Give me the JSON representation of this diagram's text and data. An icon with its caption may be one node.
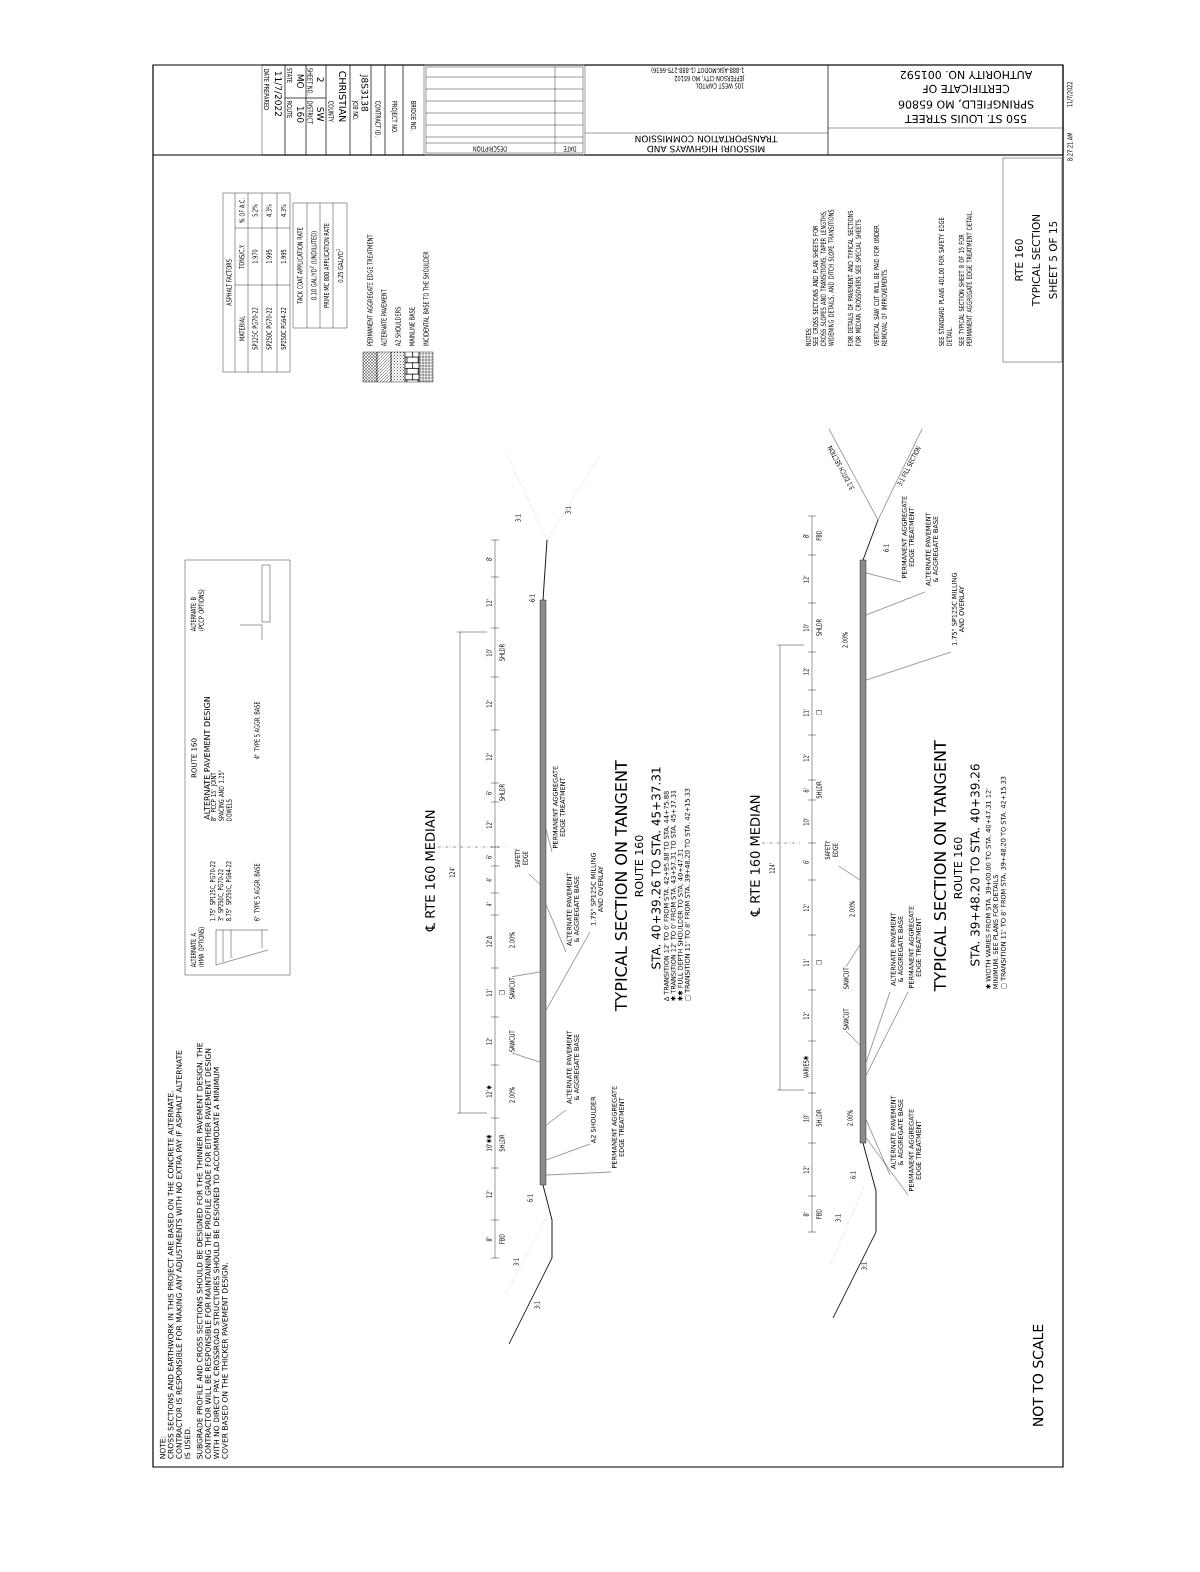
{
  "diagram": {
    "nodes": [
      {
        "text": [
          "DATE PREPARED",
          "11/7/2022"
        ]
      },
      {
        "text": [
          "STATE",
          "MO"
        ]
      },
      {
        "text": [
          "ROUTE",
          "160"
        ]
      },
      {
        "text": [
          "SHEET NO.",
          "2"
        ]
      },
      {
        "text": [
          "DISTRICT",
          "SW"
        ]
      },
      {
        "text": [
          "COUNTY",
          "CHRISTIAN"
        ]
      },
      {
        "text": [
          "JOB NO.",
          "J8S3138"
        ]
      },
      {
        "text": [
          "CONTRACT ID."
        ]
      },
      {
        "text": [
          "PROJECT NO."
        ]
      },
      {
        "text": [
          "BRIDGE NO."
        ]
      },
      {
        "text": [
          "MISSOURI HIGHWAYS AND TRANSPORTATION COMMISSION",
          "105 WEST CAPITOL",
          "JEFFERSON CITY, MO 65102",
          "1-888-ASK-MODOT (1-888-275-6636)"
        ]
      },
      {
        "text": [
          "550 ST. LOUIS STREET",
          "SPRINGFIELD, MO 65806",
          "CERTIFICATE OF",
          "AUTHORITY NO. 001592"
        ]
      },
      {
        "text": [
          "ROUTE 160",
          "ALTERNATE PAVEMENT DESIGN",
          "ALTERNATE A (HMA OPTIONS)",
          "ALTERNATE B (PCCP OPTIONS)",
          "1.75\" SP125C, PG70-22",
          "3\" SP250C, PG70-22",
          "8.75\" SP250C, PG64-22",
          "6\" TYPE 5 AGGR. BASE",
          "8\" PCCP 15' JOINT SPACING AND 1.25\" DOWELS",
          "4\" TYPE 5 AGGR. BASE"
        ]
      },
      {
        "text": [
          "RTE 160",
          "TYPICAL SECTION",
          "SHEET 5 OF 15"
        ]
      },
      {
        "text": [
          "PERMANENT AGGREGATE EDGE TREATMENT"
        ]
      },
      {
        "text": [
          "A2 SHOULDER"
        ]
      },
      {
        "text": [
          "ALTERNATE PAVEMENT & AGGREGATE BASE"
        ]
      },
      {
        "text": [
          "SAWCUT"
        ]
      },
      {
        "text": [
          "SAWCUT"
        ]
      },
      {
        "text": [
          "ALTERNATE PAVEMENT & AGGREGATE BASE"
        ]
      },
      {
        "text": [
          "1.75\" SP125C MILLING AND OVERLAY"
        ]
      },
      {
        "text": [
          "SAFETY EDGE"
        ]
      },
      {
        "text": [
          "PERMANENT AGGREGATE EDGE TREATMENT"
        ]
      },
      {
        "text": [
          "ALTERNATE PAVEMENT & AGGREGATE BASE"
        ]
      },
      {
        "text": [
          "PERMANENT AGGREGATE EDGE TREATMENT"
        ]
      },
      {
        "text": [
          "SAWCUT"
        ]
      },
      {
        "text": [
          "SAWCUT"
        ]
      },
      {
        "text": [
          "ALTERNATE PAVEMENT & AGGREGATE BASE"
        ]
      },
      {
        "text": [
          "PERMANENT AGGREGATE EDGE TREATMENT"
        ]
      },
      {
        "text": [
          "SAFETY EDGE"
        ]
      },
      {
        "text": [
          "PERMANENT AGGREGATE EDGE TREATMENT"
        ]
      },
      {
        "text": [
          "ALTERNATE PAVEMENT & AGGREGATE BASE"
        ]
      },
      {
        "text": [
          "1.75\" SP125C MILLING AND OVERLAY"
        ]
      },
      {
        "text": [],
        "shape": "bar"
      },
      {
        "text": [],
        "shape": "bar"
      }
    ],
    "edges": [
      {
        "from": 14,
        "to": 33,
        "arrow": "none"
      },
      {
        "from": 15,
        "to": 33,
        "arrow": "none"
      },
      {
        "from": 16,
        "to": 33,
        "arrow": "none"
      },
      {
        "from": 17,
        "to": 33,
        "arrow": "none"
      },
      {
        "from": 18,
        "to": 33,
        "arrow": "none"
      },
      {
        "from": 19,
        "to": 33,
        "arrow": "none"
      },
      {
        "from": 20,
        "to": 33,
        "arrow": "none"
      },
      {
        "from": 21,
        "to": 33,
        "arrow": "none"
      },
      {
        "from": 22,
        "to": 33,
        "arrow": "none"
      },
      {
        "from": 23,
        "to": 34,
        "arrow": "none"
      },
      {
        "from": 24,
        "to": 34,
        "arrow": "none"
      },
      {
        "from": 25,
        "to": 34,
        "arrow": "none"
      },
      {
        "from": 26,
        "to": 34,
        "arrow": "none"
      },
      {
        "from": 27,
        "to": 34,
        "arrow": "none"
      },
      {
        "from": 28,
        "to": 34,
        "arrow": "none"
      },
      {
        "from": 29,
        "to": 34,
        "arrow": "none"
      },
      {
        "from": 30,
        "to": 34,
        "arrow": "none"
      },
      {
        "from": 31,
        "to": 34,
        "arrow": "none"
      },
      {
        "from": 32,
        "to": 34,
        "arrow": "none"
      }
    ],
    "labels": [
      "DESCRIPTION",
      "DATE",
      "8:27:21 AM",
      "11/7/2022",
      "ASPHALT FACTORS",
      "MATERIAL",
      "TONS/C.Y.",
      "% OF A.C.",
      "SP125C PG70-22",
      "1.970",
      "5.2%",
      "SP250C PG70-22",
      "1.995",
      "4.3%",
      "SP250C PG64-22",
      "1.995",
      "4.3%",
      "TACK COAT APPLICATION RATE",
      "0.10 GAL/YD$^{2}$ (UNDILUTED)",
      "PRIME MC 800 APPLICATION RATE",
      "0.25 GAL/YD$^{2}$",
      "NOTES:",
      "SEE CROSS SECTIONS AND PLAN SHEETS FOR CROSS SLOPES AND TRANSITIONS, TAPER LENGTHS, WIDENING DETAILS, AND DITCH SLOPE TRANSITIONS",
      "FOR DETAILS OF PAVEMENT AND TYPICAL SECTIONS FOR MEDIAN CROSSOVERS SEE SPECIAL SHEETS",
      "VERTICAL SAW CUT WILL BE PAID FOR UNDER REMOVAL OF IMPROVEMENTS.",
      "SEE STANDARD PLANS 401.00 FOR SAFETY EDGE DETAIL.",
      "SEE TYPICAL SECTION SHEET 8 OF 15 FOR PERMANENT AGGREGATE EDGE TREATMENT DETAIL.",
      "NOTE:",
      "CROSS SECTIONS AND EARTHWORK IN THIS PROJECT ARE BASED ON THE CONCRETE ALTERNATE. CONTRACTOR IS RESPONSIBLE FOR MAKING ANY ADJUSTMENTS WITH NO EXTRA PAY IF ASPHALT ALTERNATE IS USED.",
      "SUBGRADE PROFILE AND CROSS SECTIONS SHOULD BE DESIGNED FOR THE THINNER PAVEMENT DESIGN. THE CONTRACTOR WILL BE RESPONSIBLE FOR MAINTAINING THE PROFILE GRADE FOR EITHER PAVEMENT DESIGN WITH NO DIRECT PAY. CROSSROAD STRUCTURES SHOULD BE DESIGNED TO ACCOMMODATE A MINIMUM COVER BASED ON THE THICKER PAVEMENT DESIGN.",
      "NOT TO SCALE",
      "℄ RTE 160 MEDIAN",
      "124'",
      "TYPICAL SECTION ON TANGENT",
      "ROUTE 160",
      "STA. 40+39.26 TO STA. 45+37.31",
      "Δ TRANSITION 12' TO 0' FROM STA. 42+95.88 TO STA. 44+75.88",
      "✱ TRANSITION 12' TO 0' FROM STA. 43+57.31 TO STA. 45+37.31",
      "✱✱ FULL DEPTH SHOULDER TO STA. 40+47.31",
      "□ TRANSITION 11' TO 8' FROM STA. 39+48.20 TO STA. 42+15.33",
      "2.00%",
      "2.00%",
      "6:1",
      "3:1",
      "3:1",
      "6:1",
      "3:1",
      "3:1",
      "8'",
      "FBD",
      "12'",
      "10'✱✱",
      "SHLDR",
      "12'✱",
      "12'",
      "11'",
      "□",
      "12'Δ",
      "4'",
      "4'",
      "6'",
      "12'",
      "6'",
      "SHLDR",
      "12'",
      "12'",
      "10'",
      "SHLDR",
      "12'",
      "8'",
      "℄ RTE 160 MEDIAN",
      "124'",
      "TYPICAL SECTION ON TANGENT",
      "ROUTE 160",
      "STA. 39+48.20 TO STA. 40+39.26",
      "✱ WIDTH VARIES FROM STA. 39+00.00 TO STA. 40+47.31 12' MINIMUM. SEE PLANS FOR DETAILS",
      "□ TRANSITION 11' TO 8' FROM STA. 39+48.20 TO STA. 42+15.33",
      "2.00%",
      "2.00%",
      "2.00%",
      "3:1",
      "3:1",
      "6:1",
      "6:1",
      "3:1 DITCH SECTION",
      "3:1 FILL SECTION",
      "8'",
      "FBD",
      "12'",
      "10'",
      "SHLDR",
      "VARIES✱",
      "12'",
      "11'",
      "□",
      "12'",
      "6'",
      "10'",
      "6'",
      "SHLDR",
      "12'",
      "11'",
      "□",
      "12'",
      "10'",
      "SHLDR",
      "12'",
      "8'",
      "FBD"
    ],
    "legend": [
      {
        "text": "PERMANENT AGGREGATE EDGE TREATMENT"
      },
      {
        "text": "ALTERNATE PAVEMENT"
      },
      {
        "text": "A2 SHOULDERS"
      },
      {
        "text": "MAINLINE BASE"
      },
      {
        "text": "INCIDENTAL BASE TO THE SHOULDER"
      }
    ]
  }
}
